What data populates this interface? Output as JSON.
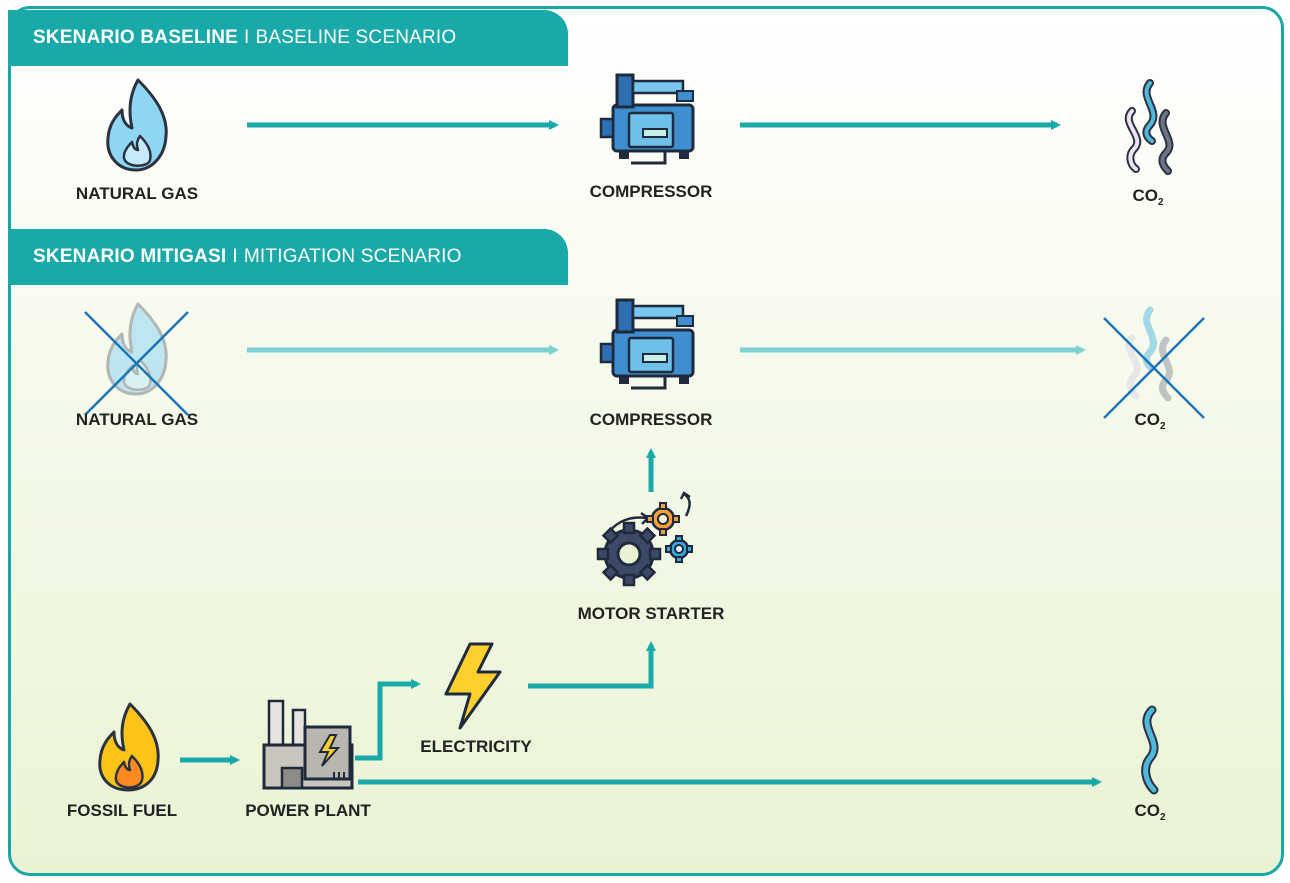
{
  "colors": {
    "frame": "#18a6a6",
    "banner": "#1aa9a9",
    "arrow": "#1aa9a9",
    "arrow_faded": "#7fd0d0",
    "cross": "#1f74b6",
    "flame_gas": "#8fd6f3",
    "flame_fossil": "#ffc41a",
    "smoke_light": "#e9e3f4",
    "smoke_teal": "#4fb8db",
    "smoke_dark": "#6f7587",
    "background_bottom": "#e9f3d4"
  },
  "baseline": {
    "title_strong": "SKENARIO BASELINE",
    "separator": "I",
    "title_rest": "BASELINE SCENARIO",
    "gas_label": "NATURAL GAS",
    "compressor_label": "COMPRESSOR",
    "co2_main": "CO",
    "co2_sub": "2"
  },
  "mitigation": {
    "title_strong": "SKENARIO MITIGASI",
    "separator": "I",
    "title_rest": "MITIGATION SCENARIO",
    "gas_label": "NATURAL GAS",
    "compressor_label": "COMPRESSOR",
    "co2_main": "CO",
    "co2_sub": "2",
    "motor_label": "MOTOR STARTER",
    "electricity_label": "ELECTRICITY",
    "fossil_label": "FOSSIL FUEL",
    "plant_label": "POWER PLANT",
    "co2b_main": "CO",
    "co2b_sub": "2"
  },
  "icons": {
    "gas": "flame-icon",
    "compressor": "compressor-icon",
    "co2": "smoke-icon",
    "motor": "gears-icon",
    "electricity": "lightning-icon",
    "fossil": "fire-icon",
    "plant": "factory-icon",
    "removed": "cross-icon"
  }
}
